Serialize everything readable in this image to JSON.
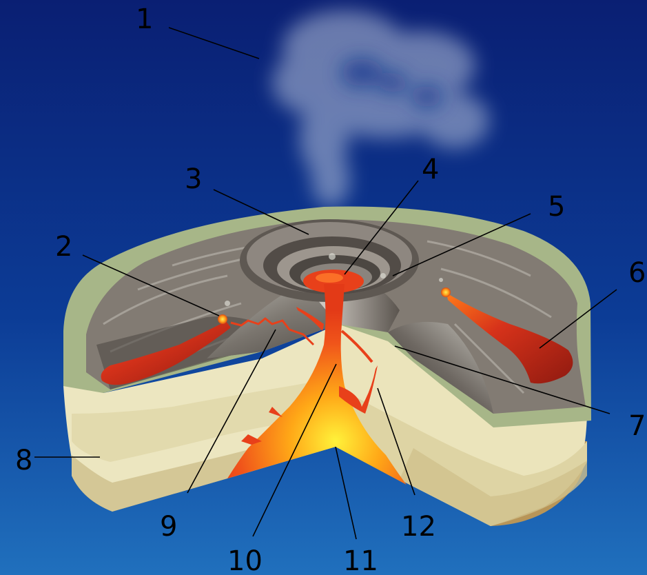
{
  "labels": {
    "l1": "1",
    "l2": "2",
    "l3": "3",
    "l4": "4",
    "l5": "5",
    "l6": "6",
    "l7": "7",
    "l8": "8",
    "l9": "9",
    "l10": "10",
    "l11": "11",
    "l12": "12"
  },
  "colors": {
    "sky_top": "#0a1f73",
    "sky_bottom": "#1f68b8",
    "crust_top": "#a9b88a",
    "layer_light": "#ebe5bd",
    "layer_mid": "#e0d7a9",
    "layer_base": "#b99658",
    "lava": "#e8401a",
    "magma_core": "#ffe020",
    "ash": "#6a6460"
  }
}
